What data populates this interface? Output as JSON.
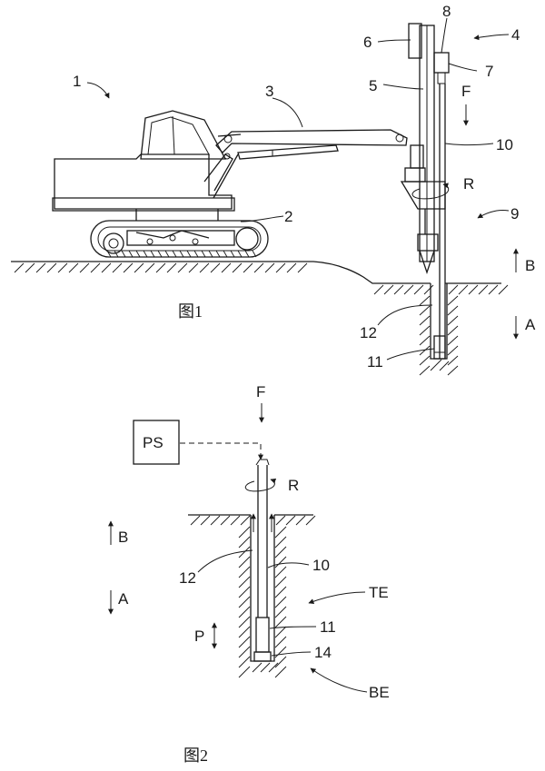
{
  "figure1": {
    "caption": "图1",
    "labels": {
      "machine": "1",
      "crawler": "2",
      "boom": "3",
      "mast_assembly": "4",
      "mast": "5",
      "part6": "6",
      "part7": "7",
      "part8": "8",
      "drive": "9",
      "drill_rod": "10",
      "drill_head": "11",
      "borehole": "12",
      "force": "F",
      "rotation": "R",
      "direction_b": "B",
      "direction_a": "A"
    }
  },
  "figure2": {
    "caption": "图2",
    "labels": {
      "force": "F",
      "ps_box": "PS",
      "rotation": "R",
      "direction_b": "B",
      "direction_a": "A",
      "borehole": "12",
      "drill_rod": "10",
      "te": "TE",
      "pressure": "P",
      "drill_head": "11",
      "bottom": "14",
      "be": "BE"
    }
  }
}
